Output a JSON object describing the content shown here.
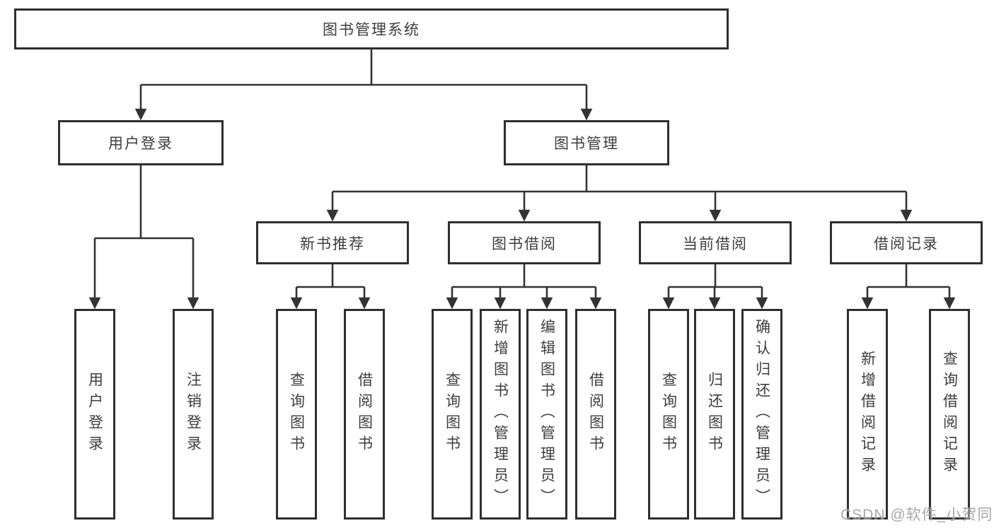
{
  "diagram": {
    "root": {
      "label": "图书管理系统"
    },
    "branches": [
      {
        "label": "用户登录",
        "children": [
          {
            "label": "用户登录"
          },
          {
            "label": "注销登录"
          }
        ]
      },
      {
        "label": "图书管理",
        "groups": [
          {
            "label": "新书推荐",
            "children": [
              {
                "label": "查询图书"
              },
              {
                "label": "借阅图书"
              }
            ]
          },
          {
            "label": "图书借阅",
            "children": [
              {
                "label": "查询图书"
              },
              {
                "label": "新增图书（管理员）"
              },
              {
                "label": "编辑图书（管理员）"
              },
              {
                "label": "借阅图书"
              }
            ]
          },
          {
            "label": "当前借阅",
            "children": [
              {
                "label": "查询图书"
              },
              {
                "label": "归还图书"
              },
              {
                "label": "确认归还（管理员）"
              }
            ]
          },
          {
            "label": "借阅记录",
            "children": [
              {
                "label": "新增借阅记录"
              },
              {
                "label": "查询借阅记录"
              }
            ]
          }
        ]
      }
    ],
    "watermark": "CSDN @软件_小贺同学",
    "colors": {
      "line": "#333333",
      "box_border": "#2f2f2f",
      "box_fill": "#ffffff",
      "text": "#3d3d40",
      "watermark": "#9b9b9b"
    }
  }
}
